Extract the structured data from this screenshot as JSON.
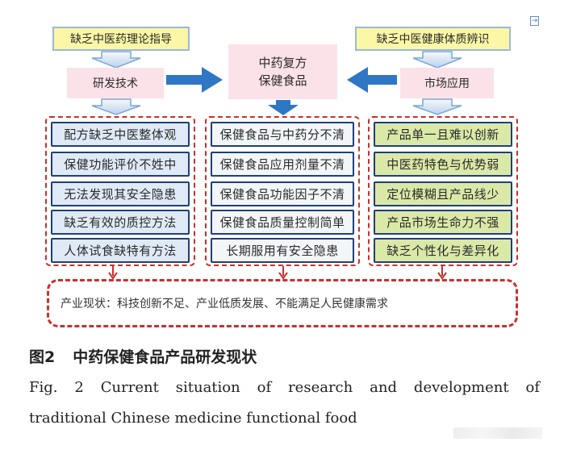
{
  "top": {
    "left_label": "缺乏中医药理论指导",
    "right_label": "缺乏中医健康体质辨识"
  },
  "middle": {
    "left_label": "研发技术",
    "center_line1": "中药复方",
    "center_line2": "保健食品",
    "right_label": "市场应用"
  },
  "columns": {
    "left": [
      "配方缺乏中医整体观",
      "保健功能评价不姓中",
      "无法发现其安全隐患",
      "缺乏有效的质控方法",
      "人体试食缺特有方法"
    ],
    "center": [
      "保健食品与中药分不清",
      "保健食品应用剂量不清",
      "保健食品功能因子不清",
      "保健食品质量控制简单",
      "长期服用有安全隐患"
    ],
    "right": [
      "产品单一且难以创新",
      "中医药特色与优势弱",
      "定位模糊且产品线少",
      "产品市场生命力不强",
      "缺乏个性化与差异化"
    ]
  },
  "bottom": {
    "label": "产业现状：科技创新不足、产业低质发展、不能满足人民健康需求"
  },
  "caption": {
    "cn_number": "图2",
    "cn_title": "中药保健食品产品研发现状",
    "en_line1": "Fig. 2    Current situation of research and development of",
    "en_line2": "traditional Chinese medicine functional food"
  },
  "colors": {
    "arrow_blue": "#2e77c5",
    "arrow_outline": "#7aa7d6",
    "dashed_red": "#c9302c",
    "item_border": "#1e3f7a",
    "yellow_fill": "#fbf7a6",
    "pink_fill": "#fbe2e8",
    "left_fill": "#dfeaf6",
    "center_fill": "#f3f6f9",
    "right_fill": "#dbe9a8"
  },
  "icons": {
    "corner": "export-icon"
  }
}
